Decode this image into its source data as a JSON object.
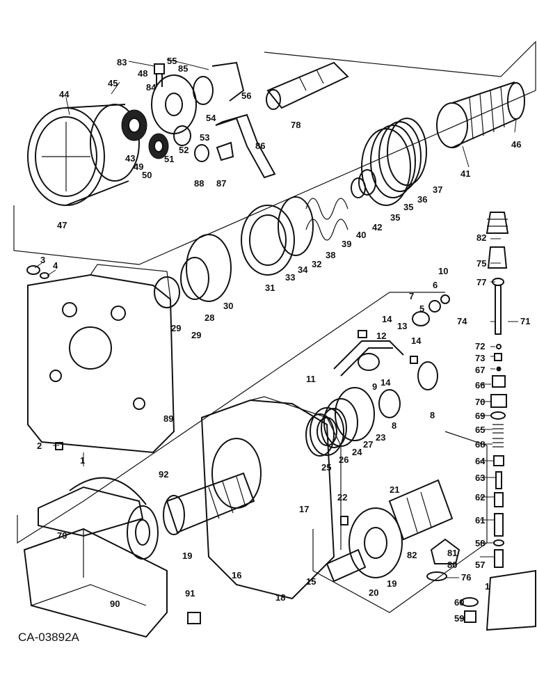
{
  "drawing_id": "CA-03892A",
  "callouts": {
    "p1": "1",
    "p2": "2",
    "p3": "3",
    "p4": "4",
    "p5": "5",
    "p6": "6",
    "p7": "7",
    "p8": "8",
    "p8b": "8",
    "p9": "9",
    "p10": "10",
    "p11": "11",
    "p12": "12",
    "p13": "13",
    "p14": "14",
    "p14b": "14",
    "p14c": "14",
    "p15": "15",
    "p16": "16",
    "p17": "17",
    "p18": "18",
    "p19": "19",
    "p19b": "19",
    "p20": "20",
    "p21": "21",
    "p22": "22",
    "p23": "23",
    "p24": "24",
    "p25": "25",
    "p26": "26",
    "p27": "27",
    "p28": "28",
    "p29": "29",
    "p29b": "29",
    "p30": "30",
    "p31": "31",
    "p32": "32",
    "p33": "33",
    "p34": "34",
    "p35": "35",
    "p35b": "35",
    "p36": "36",
    "p37": "37",
    "p38": "38",
    "p39": "39",
    "p40": "40",
    "p41": "41",
    "p42": "42",
    "p43": "43",
    "p44": "44",
    "p45": "45",
    "p46": "46",
    "p47": "47",
    "p48": "48",
    "p49": "49",
    "p50": "50",
    "p51": "51",
    "p52": "52",
    "p53": "53",
    "p54": "54",
    "p55": "55",
    "p56": "56",
    "p57": "57",
    "p58": "58",
    "p59": "59",
    "p60": "60",
    "p61": "61",
    "p62": "62",
    "p63": "63",
    "p64": "64",
    "p65": "65",
    "p66": "66",
    "p67": "67",
    "p68": "68",
    "p69": "69",
    "p70": "70",
    "p71": "71",
    "p72": "72",
    "p73": "73",
    "p74": "74",
    "p75": "75",
    "p76": "76",
    "p77": "77",
    "p78": "78",
    "p79": "79",
    "p80": "80",
    "p81": "81",
    "p82": "82",
    "p82b": "82",
    "p83": "83",
    "p84": "84",
    "p85": "85",
    "p86": "86",
    "p87": "87",
    "p88": "88",
    "p89": "89",
    "p90": "90",
    "p91": "91",
    "p92": "92",
    "p1b": "1"
  }
}
